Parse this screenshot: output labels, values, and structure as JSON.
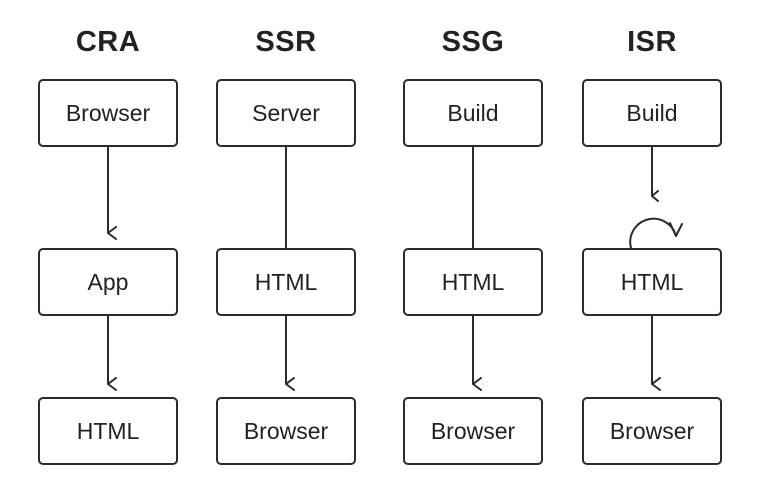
{
  "columns": [
    {
      "title": "CRA",
      "nodes": [
        "Browser",
        "App",
        "HTML"
      ]
    },
    {
      "title": "SSR",
      "nodes": [
        "Server",
        "HTML",
        "Browser"
      ]
    },
    {
      "title": "SSG",
      "nodes": [
        "Build",
        "HTML",
        "Browser"
      ]
    },
    {
      "title": "ISR",
      "nodes": [
        "Build",
        "HTML",
        "Browser"
      ]
    }
  ],
  "colors": {
    "stroke": "#2b2b2b",
    "text": "#222222",
    "background": "#ffffff"
  },
  "icons": {
    "arrow": "arrow-down-icon",
    "revalidate": "refresh-cycle-icon"
  }
}
